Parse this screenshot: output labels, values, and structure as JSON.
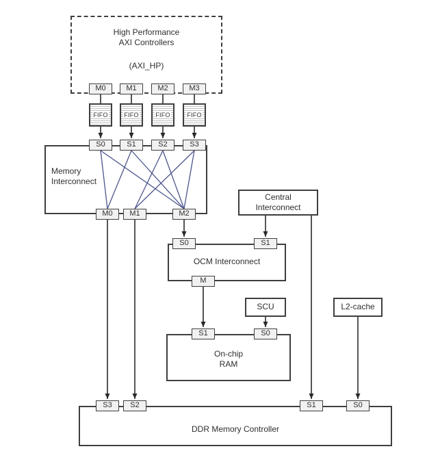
{
  "colors": {
    "box_border": "#3e3e3e",
    "port_fill": "#f1f1f1",
    "crossbar_line": "#4b558c",
    "arrow_line": "#2a2a2a",
    "background": "#ffffff"
  },
  "hp_controllers": {
    "title_line1": "High Performance",
    "title_line2": "AXI Controllers",
    "subtitle": "(AXI_HP)",
    "masters": [
      "M0",
      "M1",
      "M2",
      "M3"
    ]
  },
  "fifo": {
    "label": "FIFO"
  },
  "memory_interconnect": {
    "title_line1": "Memory",
    "title_line2": "Interconnect",
    "slaves": [
      "S0",
      "S1",
      "S2",
      "S3"
    ],
    "masters": [
      "M0",
      "M1",
      "M2"
    ]
  },
  "central_interconnect": {
    "title_line1": "Central",
    "title_line2": "Interconnect"
  },
  "ocm_interconnect": {
    "title": "OCM Interconnect",
    "slaves": [
      "S0",
      "S1"
    ],
    "master": "M"
  },
  "scu": {
    "title": "SCU"
  },
  "l2_cache": {
    "title": "L2-cache"
  },
  "onchip_ram": {
    "title_line1": "On-chip",
    "title_line2": "RAM",
    "slaves": [
      "S1",
      "S0"
    ]
  },
  "ddr_controller": {
    "title": "DDR Memory Controller",
    "slaves": [
      "S3",
      "S2",
      "S1",
      "S0"
    ]
  },
  "connections": {
    "crossbar": [
      [
        "S0",
        "M0"
      ],
      [
        "S0",
        "M2"
      ],
      [
        "S1",
        "M0"
      ],
      [
        "S1",
        "M2"
      ],
      [
        "S2",
        "M1"
      ],
      [
        "S2",
        "M2"
      ],
      [
        "S3",
        "M1"
      ],
      [
        "S3",
        "M2"
      ]
    ],
    "links": [
      "HP.M0-FIFO-MI.S0",
      "HP.M1-FIFO-MI.S1",
      "HP.M2-FIFO-MI.S2",
      "HP.M3-FIFO-MI.S3",
      "MI.M0-DDR.S3",
      "MI.M1-DDR.S2",
      "MI.M2-OCM.S0",
      "Central-OCM.S1",
      "Central-DDR.S1",
      "OCM.M-RAM.S1",
      "SCU-RAM.S0",
      "L2cache-DDR.S0"
    ]
  }
}
